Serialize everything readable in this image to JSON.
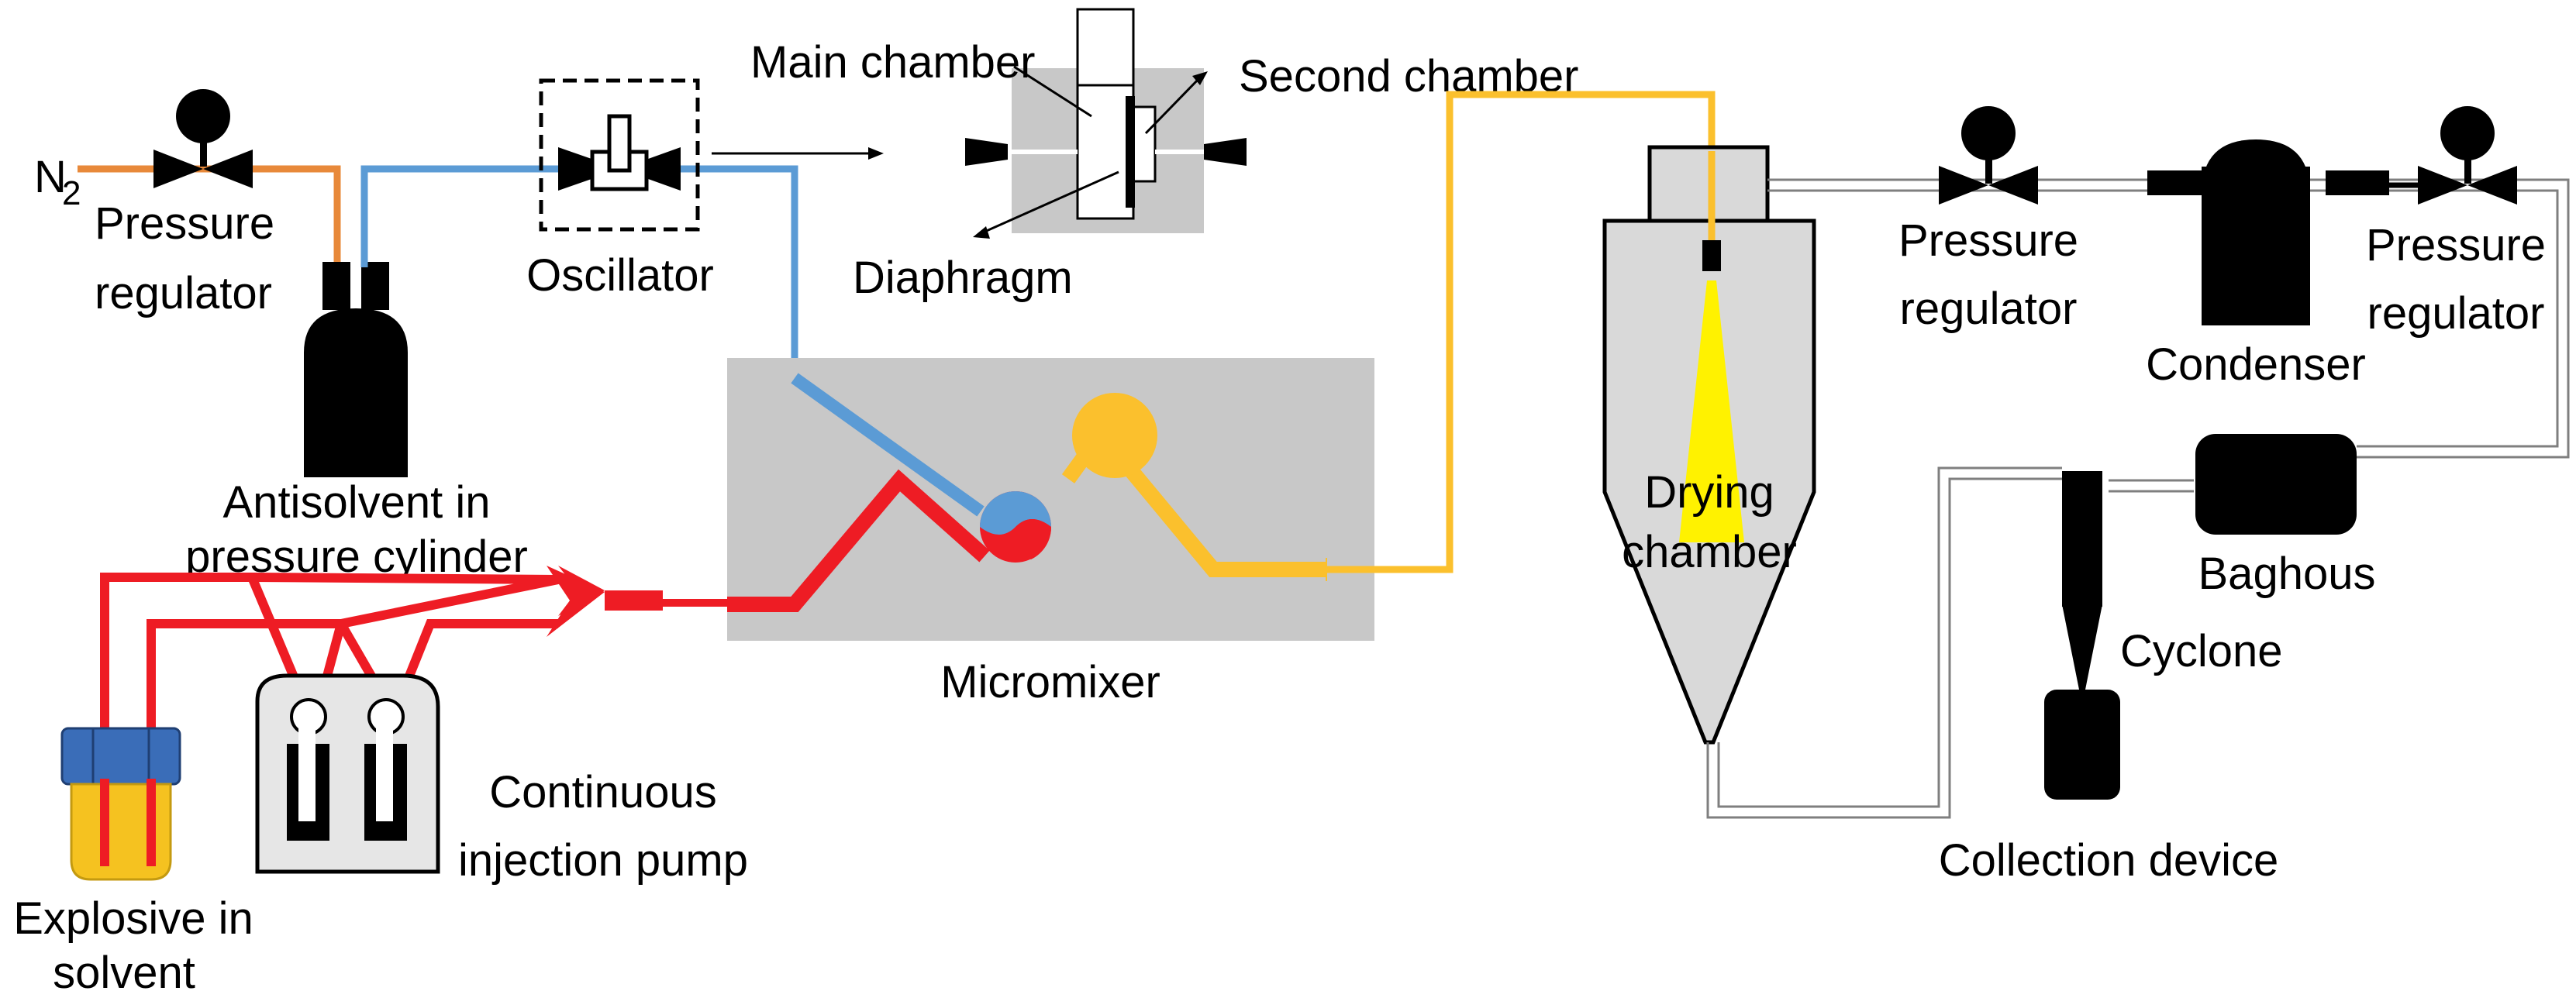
{
  "labels": {
    "n2": "N",
    "n2_sub": "2",
    "pressure": "Pressure",
    "regulator": "regulator",
    "antisolvent_1": "Antisolvent in",
    "antisolvent_2": "pressure cylinder",
    "oscillator": "Oscillator",
    "main_chamber": "Main chamber",
    "second_chamber": "Second chamber",
    "diaphragm": "Diaphragm",
    "micromixer": "Micromixer",
    "pump_1": "Continuous",
    "pump_2": "injection pump",
    "explosive_1": "Explosive in",
    "explosive_2": "solvent",
    "drying_1": "Drying",
    "drying_2": "chamber",
    "condenser": "Condenser",
    "baghous": "Baghous",
    "cyclone": "Cyclone",
    "collection": "Collection device"
  },
  "colors": {
    "n2_line": "#e8893a",
    "antisolvent_line": "#5b9bd5",
    "explosive_line": "#ee1c24",
    "mixed_line": "#fbc02d",
    "spray": "#fff200",
    "chamber_fill": "#d9d9d9",
    "panel_fill": "#c8c8c8",
    "equipment": "#000000",
    "cap_blue": "#3a6db8",
    "vial_yellow": "#f5c220"
  }
}
